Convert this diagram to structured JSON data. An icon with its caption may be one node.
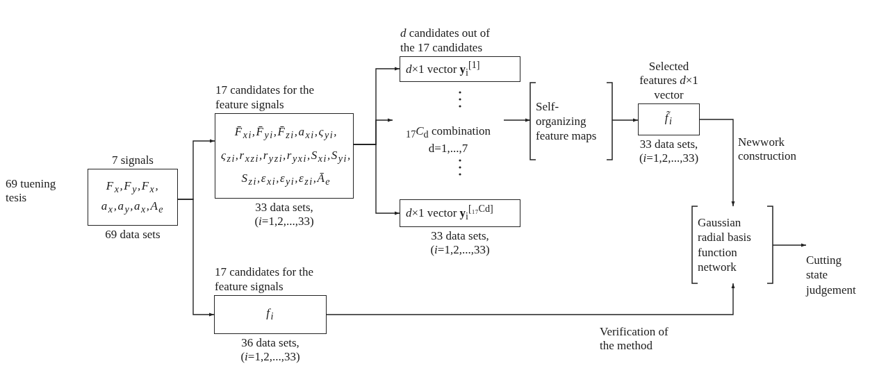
{
  "diagram": {
    "nodes": [
      {
        "text": [
          "7 signals",
          "F$_{x}$,F$_{y}$,F$_{x}$, a$_{x}$,a$_{y}$,a$_{x}$,A$_{e}$"
        ],
        "beside": [
          "69 data sets"
        ]
      },
      {
        "text": [
          "17 candidates for the feature signals",
          "F̄$_{xi}$,F̄$_{yi}$,F̄$_{zi}$,a$_{xi}$,ς$_{yi}$, ς$_{zi}$,r$_{xzi}$,r$_{yzi}$,r$_{yxi}$,S$_{xi}$,S$_{yi}$, S$_{zi}$,ε$_{xi}$,ε$_{yi}$,ε$_{zi}$,Ā$_{e}$"
        ],
        "beside": [
          "33 data sets, (*i*=1,2,...,33)"
        ]
      },
      {
        "text": [
          "*d* candidates out of the 17 candidates",
          "*d*×1 vector **y**$_{i}$$^{[1]}$"
        ]
      },
      {
        "text": [
          "$_{17}$*C*$_{d}$ combination",
          "d=1,...,7"
        ]
      },
      {
        "text": [
          "*d*×1 vector **y**$_{i}$$^{[₁₇Cd]}$"
        ],
        "beside": [
          "33 data sets, (*i*=1,2,...,33)"
        ]
      },
      {
        "text": [
          "Self-organizing feature maps"
        ]
      },
      {
        "text": [
          "Selected features *d*×1 vector",
          "f̃$_{i}$"
        ],
        "beside": [
          "33 data sets, (*i*=1,2,...,33)"
        ]
      },
      {
        "text": [
          "Gaussian radial basis function network"
        ]
      },
      {
        "text": [
          "Cutting state judgement"
        ]
      },
      {
        "text": [
          "17 candidates for the feature signals",
          "f$_{i}$"
        ],
        "beside": [
          "36 data sets, (*i*=1,2,...,33)"
        ]
      }
    ],
    "edges": [
      {
        "from": 0,
        "to": 1,
        "arrow": "to"
      },
      {
        "from": 0,
        "to": 9,
        "arrow": "to"
      },
      {
        "from": 1,
        "to": 2,
        "arrow": "to"
      },
      {
        "from": 1,
        "to": 3,
        "arrow": "to"
      },
      {
        "from": 1,
        "to": 4,
        "arrow": "to"
      },
      {
        "from": 3,
        "to": 5,
        "arrow": "to"
      },
      {
        "from": 5,
        "to": 6,
        "arrow": "to"
      },
      {
        "from": 6,
        "to": 7,
        "arrow": "to",
        "label": "Newwork construction"
      },
      {
        "from": 7,
        "to": 8,
        "arrow": "to"
      },
      {
        "from": 9,
        "to": 7,
        "arrow": "to",
        "label": "Verification of the method"
      }
    ],
    "labels": [
      "69 tuening tesis"
    ]
  }
}
